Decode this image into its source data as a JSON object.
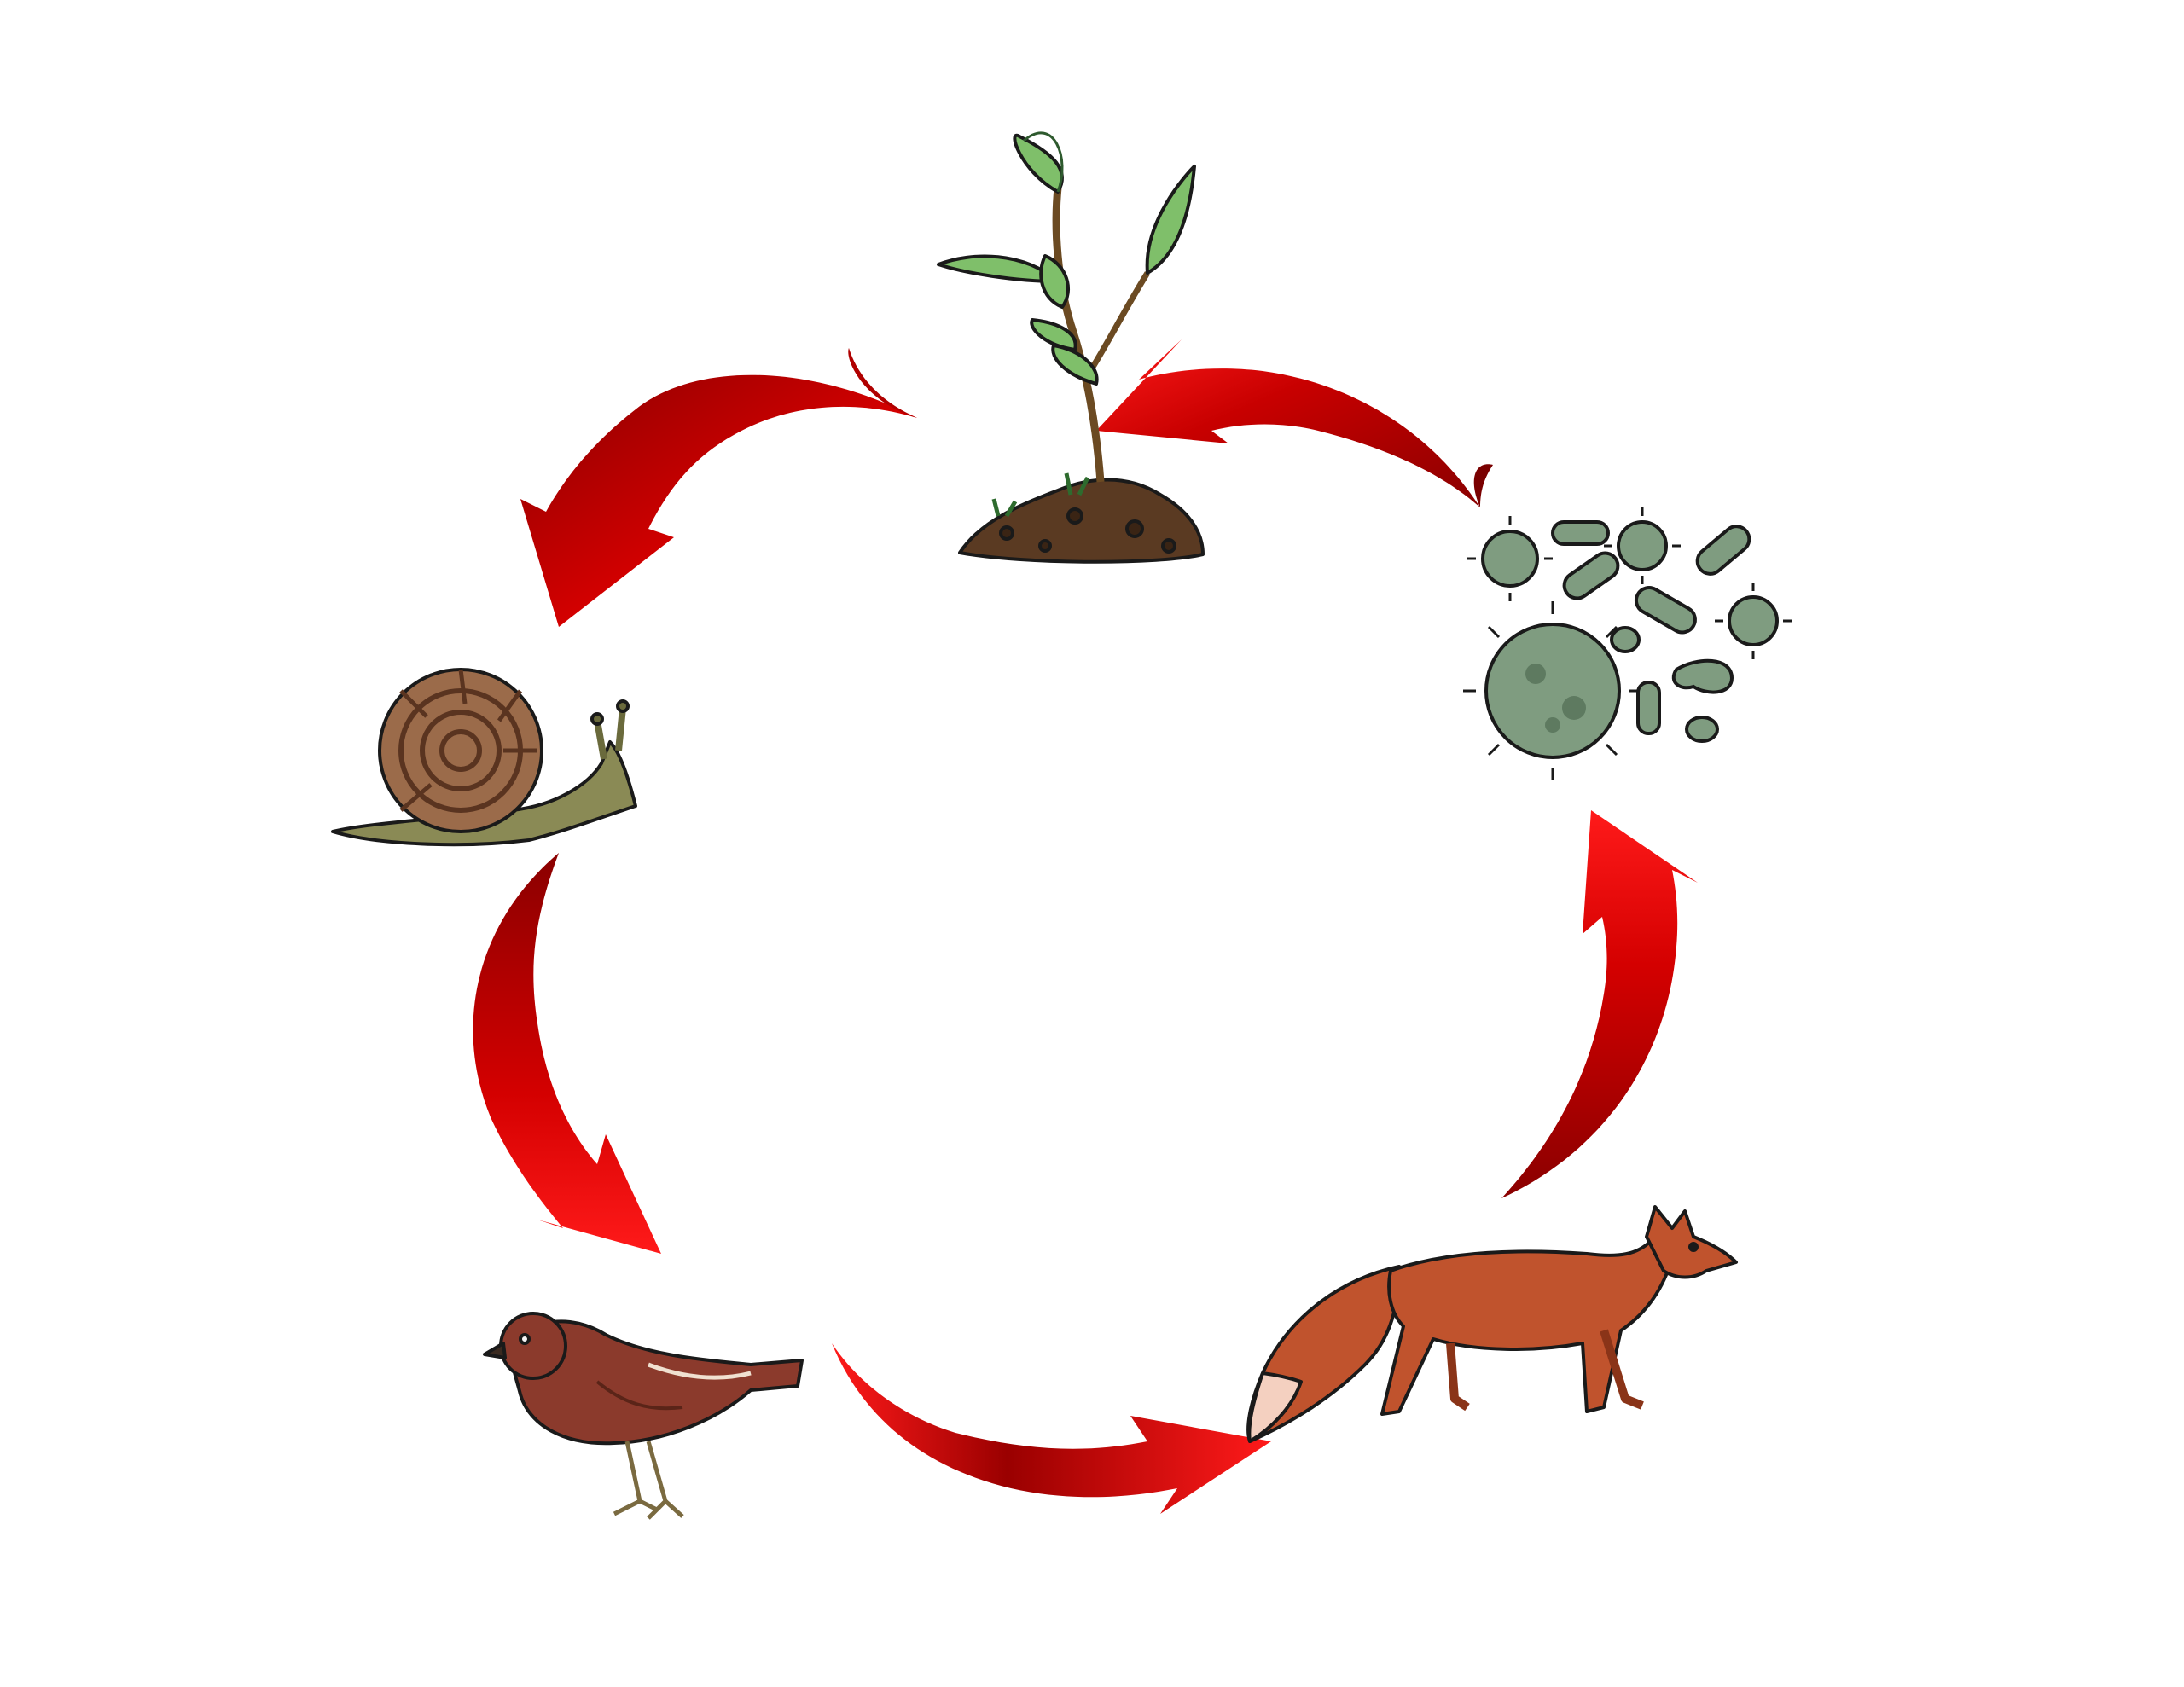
{
  "diagram": {
    "type": "cycle",
    "nodes": [
      {
        "id": "plant",
        "icon": "plant-seedling-icon"
      },
      {
        "id": "snail",
        "icon": "snail-icon"
      },
      {
        "id": "bird",
        "icon": "bird-icon"
      },
      {
        "id": "fox",
        "icon": "fox-icon"
      },
      {
        "id": "decomposers",
        "icon": "microbes-icon"
      }
    ],
    "edges": [
      {
        "from": "plant",
        "to": "snail"
      },
      {
        "from": "snail",
        "to": "bird"
      },
      {
        "from": "bird",
        "to": "fox"
      },
      {
        "from": "fox",
        "to": "decomposers"
      },
      {
        "from": "decomposers",
        "to": "plant"
      }
    ]
  },
  "colors": {
    "arrow": "#e00000",
    "arrow_dark": "#8a0000",
    "leaf": "#7fbf6a",
    "soil": "#5a3a22",
    "snail_shell": "#9b6b4a",
    "snail_body": "#8a8a55",
    "bird": "#8b3a2c",
    "fox": "#c0532d",
    "microbe": "#7f9c80"
  }
}
